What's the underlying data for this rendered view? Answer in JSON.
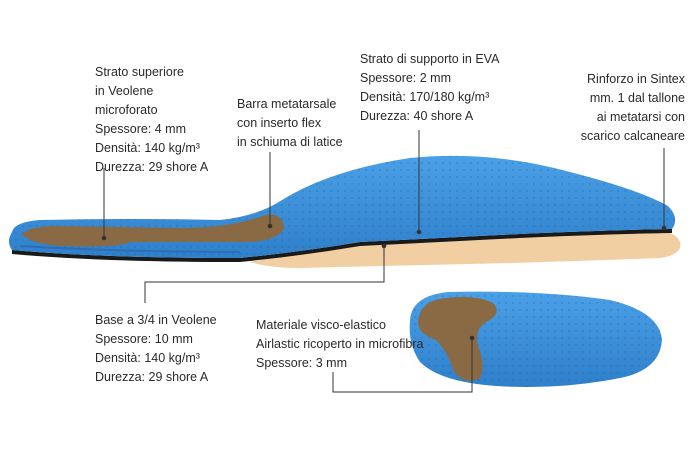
{
  "diagram": {
    "labels": {
      "strato_superiore": [
        "Strato superiore",
        "in Veolene",
        "microforato",
        "Spessore: 4 mm",
        "Densità: 140 kg/m³",
        "Durezza: 29 shore A"
      ],
      "barra_metatarsale": [
        "Barra metatarsale",
        "con inserto flex",
        "in schiuma di latice"
      ],
      "strato_supporto": [
        "Strato di supporto in EVA",
        "Spessore: 2 mm",
        "Densità: 170/180 kg/m³",
        "Durezza: 40 shore A"
      ],
      "rinforzo": [
        "Rinforzo in Sintex",
        "mm. 1 dal tallone",
        "ai metatarsi con",
        "scarico calcaneare"
      ],
      "base": [
        "Base a 3/4 in Veolene",
        "Spessore: 10 mm",
        "Densità: 140 kg/m³",
        "Durezza: 29 shore A"
      ],
      "materiale": [
        "Materiale visco-elastico",
        "Airlastic ricoperto in microfibra",
        "Spessore: 3 mm"
      ]
    },
    "colors": {
      "blue_top": "#3a8fd8",
      "blue_edge": "#2a6fb6",
      "beige_base": "#f2cfa3",
      "brown_pad": "#8a6a45",
      "black_layer": "#1a1a1a",
      "leader_line": "#333333"
    }
  }
}
